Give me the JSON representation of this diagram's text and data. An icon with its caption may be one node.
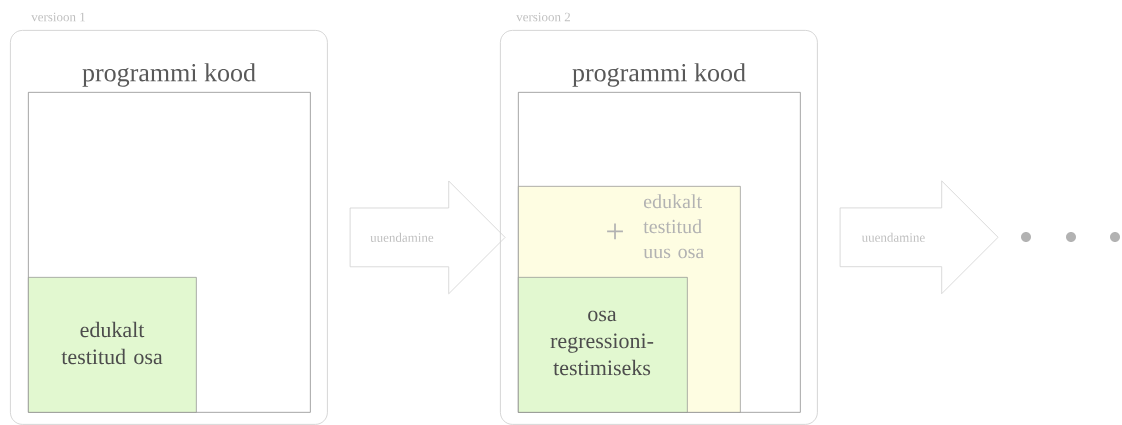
{
  "diagram": {
    "nodes": [
      {
        "text": [
          "versioon 1"
        ]
      },
      {
        "text": [
          "programmi kood"
        ],
        "in": 0
      },
      {
        "text": [
          "edukalt testitud osa"
        ],
        "in": 1
      },
      {
        "text": [
          "versioon 2"
        ]
      },
      {
        "text": [
          "programmi kood"
        ],
        "in": 3
      },
      {
        "text": [
          "+",
          "edukalt testitud uus osa"
        ],
        "in": 4
      },
      {
        "text": [
          "osa regressioni-testimiseks"
        ],
        "in": 5
      },
      {
        "text": [],
        "shape": "circle"
      }
    ],
    "edges": [
      {
        "from": 0,
        "to": 3,
        "arrow": "to",
        "label": "uuendamine"
      },
      {
        "from": 3,
        "to": 7,
        "arrow": "to",
        "label": "uuendamine"
      }
    ]
  }
}
